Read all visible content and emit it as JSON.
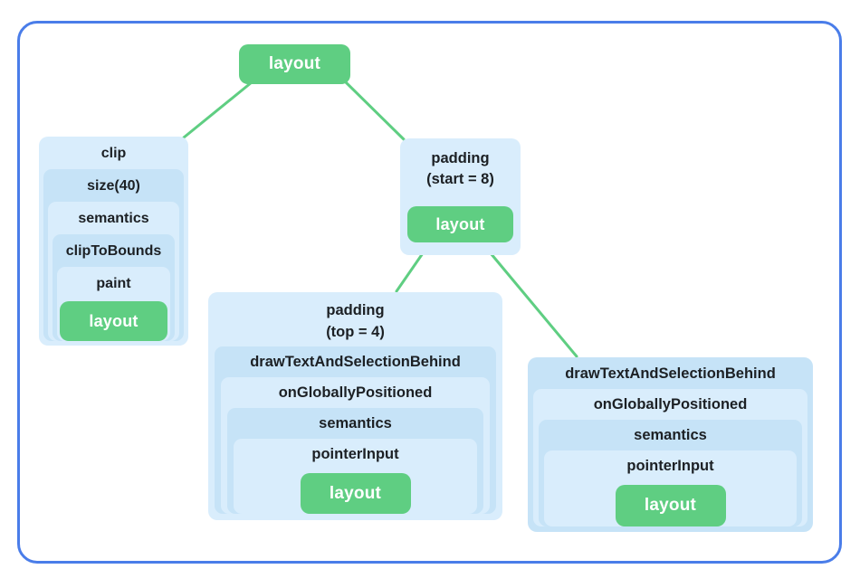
{
  "colors": {
    "frame_blue": "#4a7de9",
    "light": "#d9edfc",
    "dark": "#c6e3f7",
    "green": "#5fce82",
    "text": "#1c2024",
    "leaf_text": "#ffffff"
  },
  "root": {
    "label": "layout"
  },
  "clip_chain": {
    "l0": "clip",
    "l1": "size(40)",
    "l2": "semantics",
    "l3": "clipToBounds",
    "l4": "paint",
    "leaf": "layout"
  },
  "padding_start_chain": {
    "label_line1": "padding",
    "label_line2": "(start = 8)",
    "leaf": "layout"
  },
  "padding_top_chain": {
    "label_line1": "padding",
    "label_line2": "(top = 4)",
    "l1": "drawTextAndSelectionBehind",
    "l2": "onGloballyPositioned",
    "l3": "semantics",
    "l4": "pointerInput",
    "leaf": "layout"
  },
  "text_chain": {
    "l0": "drawTextAndSelectionBehind",
    "l1": "onGloballyPositioned",
    "l2": "semantics",
    "l3": "pointerInput",
    "leaf": "layout"
  }
}
